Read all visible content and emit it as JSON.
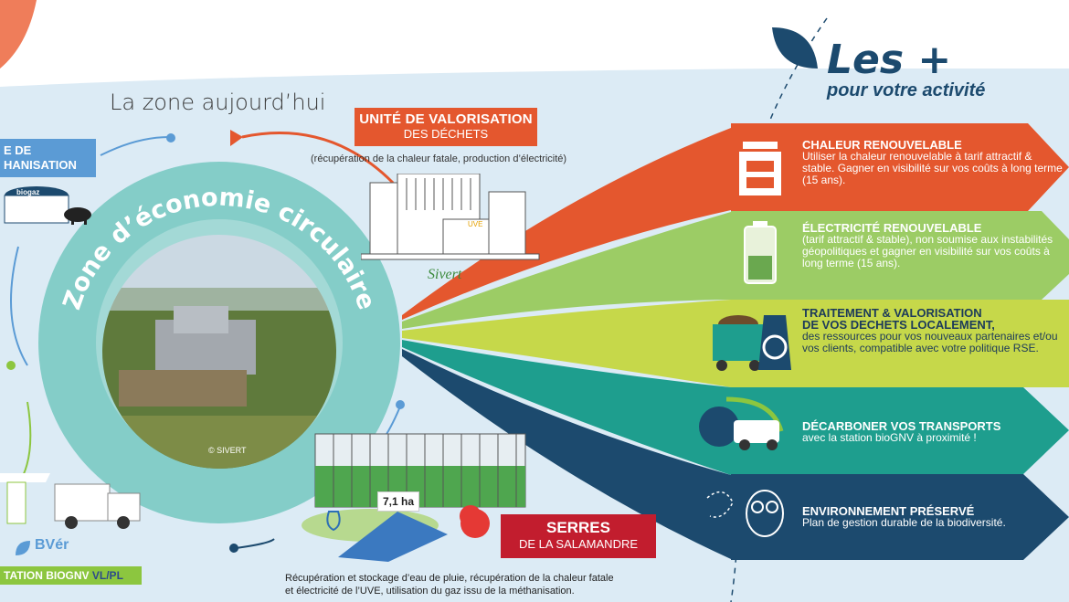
{
  "zone_title": "La zone aujourd’hui",
  "circle_text": "Zone d’économie circulaire",
  "photo_credit": "© SIVERT",
  "uve": {
    "title_line1": "UNITÉ DE VALORISATION",
    "title_line2": "DES DÉCHETS",
    "subtitle": "(récupération de la chaleur fatale, production d’électricité)",
    "building_label": "UVE",
    "logo": "Sivert"
  },
  "methanisation": {
    "line1": "E DE",
    "line2": "HANISATION",
    "biogaz_label": "biogaz"
  },
  "serres": {
    "title_line1": "SERRES",
    "title_line2": "DE LA SALAMANDRE",
    "area": "7,1 ha",
    "description_line1": "Récupération et stockage d’eau de pluie, récupération de la chaleur fatale",
    "description_line2": "et électricité de l’UVE, utilisation du gaz issu de la méthanisation."
  },
  "station": {
    "logo": "BVér",
    "label_prefix": "TATION BIOGNV ",
    "label_suffix": "VL/PL"
  },
  "les_plus": {
    "title": "Les +",
    "subtitle": "pour votre activité"
  },
  "benefits": [
    {
      "title": "CHALEUR RENOUVELABLE",
      "text": "Utiliser la chaleur renouvelable à tarif attractif & stable. Gagner en visibilité sur vos coûts à long terme (15 ans).",
      "color": "#e4572e"
    },
    {
      "title": "ÉLECTRICITÉ RENOUVELABLE",
      "text": "(tarif attractif & stable), non soumise aux instabilités géopolitiques et gagner en visibilité sur vos coûts à long terme (15 ans).",
      "color": "#9ccc65"
    },
    {
      "title": "TRAITEMENT & VALORISATION",
      "title2": "DE VOS DECHETS LOCALEMENT,",
      "text": "des ressources pour vos nouveaux partenaires et/ou vos clients, compatible avec votre politique RSE.",
      "color": "#c6d84a"
    },
    {
      "title": "DÉCARBONER VOS TRANSPORTS",
      "text": "avec la station bioGNV à proximité !",
      "color": "#1e9e8e"
    },
    {
      "title": "ENVIRONNEMENT PRÉSERVÉ",
      "text": "Plan de gestion durable de la biodiversité.",
      "color": "#1c4a6e"
    }
  ],
  "icons": [
    "radiator-icon",
    "battery-icon",
    "waste-bin-icon",
    "biogas-van-icon",
    "owl-icon",
    "leaf-icon"
  ]
}
